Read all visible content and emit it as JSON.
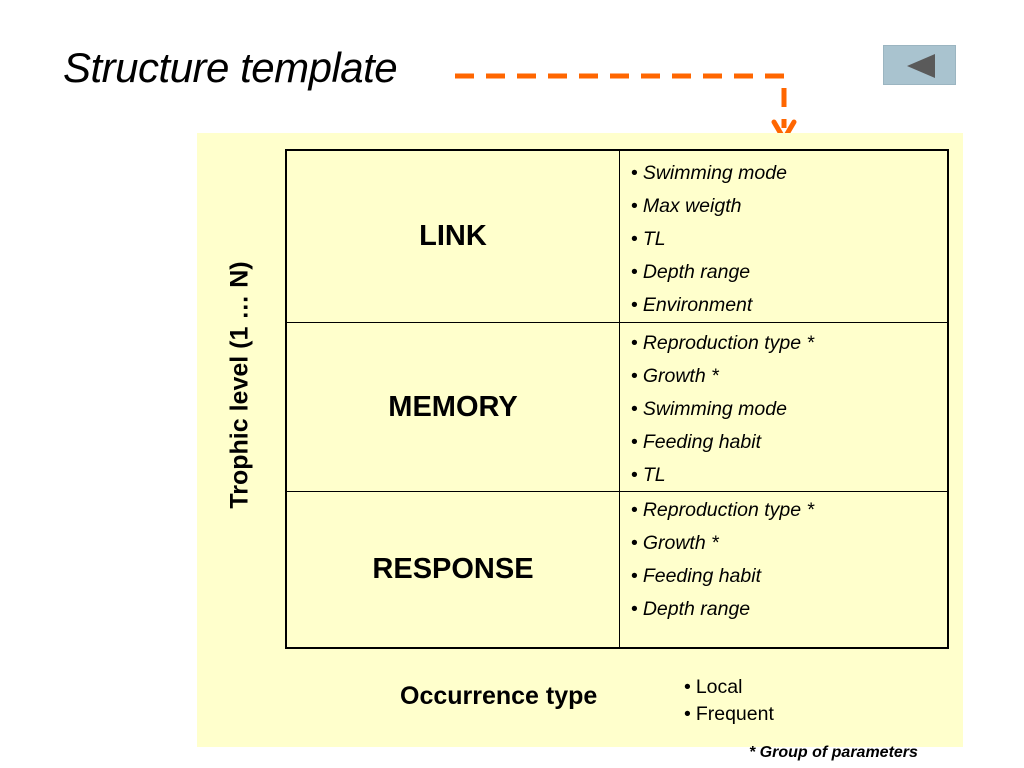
{
  "title": "Structure template",
  "vertical_axis_label": "Trophic level (1 … N)",
  "rows": [
    {
      "name": "LINK",
      "params": [
        "Swimming mode",
        "Max weigth",
        "TL",
        "Depth range",
        "Environment"
      ]
    },
    {
      "name": "MEMORY",
      "params": [
        "Reproduction type *",
        "Growth *",
        "Swimming mode",
        "Feeding habit",
        "TL"
      ]
    },
    {
      "name": "RESPONSE",
      "params": [
        "Reproduction type *",
        "Growth *",
        "Feeding habit",
        "Depth range"
      ]
    }
  ],
  "bullet": "•",
  "occurrence": {
    "label": "Occurrence type",
    "options": [
      "Local",
      "Frequent"
    ]
  },
  "footnote": "* Group of parameters",
  "nav": {
    "back_icon": "back-arrow-icon"
  },
  "colors": {
    "panel_background": "#ffffcc",
    "connector_arrow": "#ff6600",
    "back_button": "#a9c3cf",
    "back_arrow": "#5a5a5a"
  }
}
